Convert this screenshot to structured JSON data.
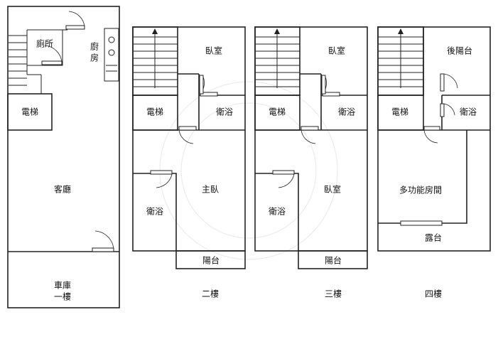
{
  "floors": [
    {
      "label": "",
      "rooms": {
        "toilet": "廁所",
        "kitchen_line1": "廚",
        "kitchen_line2": "房",
        "elevator": "電梯",
        "living": "客廳",
        "garage": "車庫",
        "floor_name": "一樓"
      }
    },
    {
      "label": "二樓",
      "rooms": {
        "bedroom": "臥室",
        "elevator": "電梯",
        "bath_upper": "衛浴",
        "bath_lower": "衛浴",
        "master": "主臥",
        "balcony": "陽台"
      }
    },
    {
      "label": "三樓",
      "rooms": {
        "bedroom_upper": "臥室",
        "elevator": "電梯",
        "bath_upper": "衛浴",
        "bath_lower": "衛浴",
        "bedroom_lower": "臥室",
        "balcony": "陽台"
      }
    },
    {
      "label": "四樓",
      "rooms": {
        "rear_balcony": "後陽台",
        "elevator": "電梯",
        "bath": "衛浴",
        "multipurpose": "多功能房間",
        "terrace": "露台"
      }
    }
  ]
}
